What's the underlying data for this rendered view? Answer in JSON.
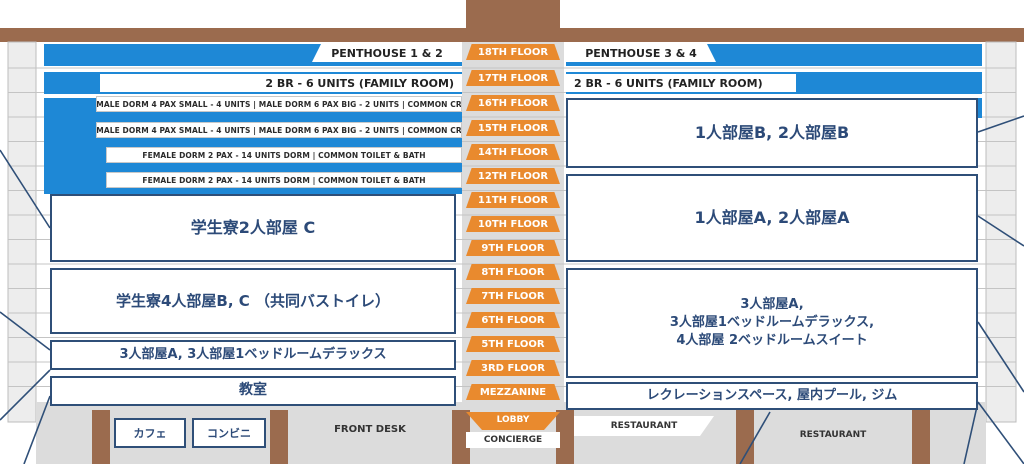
{
  "penthouse": {
    "left": "PENTHOUSE 1 & 2",
    "right": "PENTHOUSE 3 & 4"
  },
  "family": {
    "left": "2 BR - 6 UNITS (FAMILY ROOM)",
    "right": "2 BR - 6 UNITS (FAMILY ROOM)"
  },
  "dorm_rows": [
    "MALE DORM 4 PAX SMALL - 4 UNITS | MALE DORM 6 PAX BIG - 2  UNITS | COMMON CR",
    "MALE DORM 4 PAX SMALL - 4 UNITS | MALE DORM 6 PAX BIG - 2 UNITS | COMMON CR",
    "FEMALE DORM 2 PAX - 14 UNITS DORM | COMMON TOILET & BATH",
    "FEMALE DORM 2 PAX - 14 UNITS DORM | COMMON TOILET & BATH"
  ],
  "floors": [
    "18TH  FLOOR",
    "17TH  FLOOR",
    "16TH  FLOOR",
    "15TH  FLOOR",
    "14TH  FLOOR",
    "12TH  FLOOR",
    "11TH  FLOOR",
    "10TH  FLOOR",
    "9TH  FLOOR",
    "8TH  FLOOR",
    "7TH  FLOOR",
    "6TH  FLOOR",
    "5TH  FLOOR",
    "3RD  FLOOR",
    "MEZZANINE",
    "LOBBY"
  ],
  "annotations": {
    "left_1": "学生寮2人部屋 C",
    "left_2": "学生寮4人部屋B, C （共同バストイレ）",
    "left_3": "3人部屋A, 3人部屋1ベッドルームデラックス",
    "left_4": "教室",
    "right_1": "1人部屋B, 2人部屋B",
    "right_2": "1人部屋A, 2人部屋A",
    "right_3": [
      "3人部屋A,",
      "3人部屋1ベッドルームデラックス,",
      "4人部屋 2ベッドルームスイート"
    ],
    "right_4": "レクレーションスペース, 屋内プール, ジム"
  },
  "ground": {
    "cafe": "カフェ",
    "conbini": "コンビニ",
    "front_desk": "FRONT DESK",
    "lobby": "LOBBY",
    "concierge": "CONCIERGE",
    "restaurant_1": "RESTAURANT",
    "restaurant_2": "RESTAURANT"
  },
  "colors": {
    "window_blue": "#1e88d6",
    "floor_orange": "#e98a2e",
    "annotation_navy": "#2c4a78",
    "roof_brown": "#9b6b4e"
  }
}
